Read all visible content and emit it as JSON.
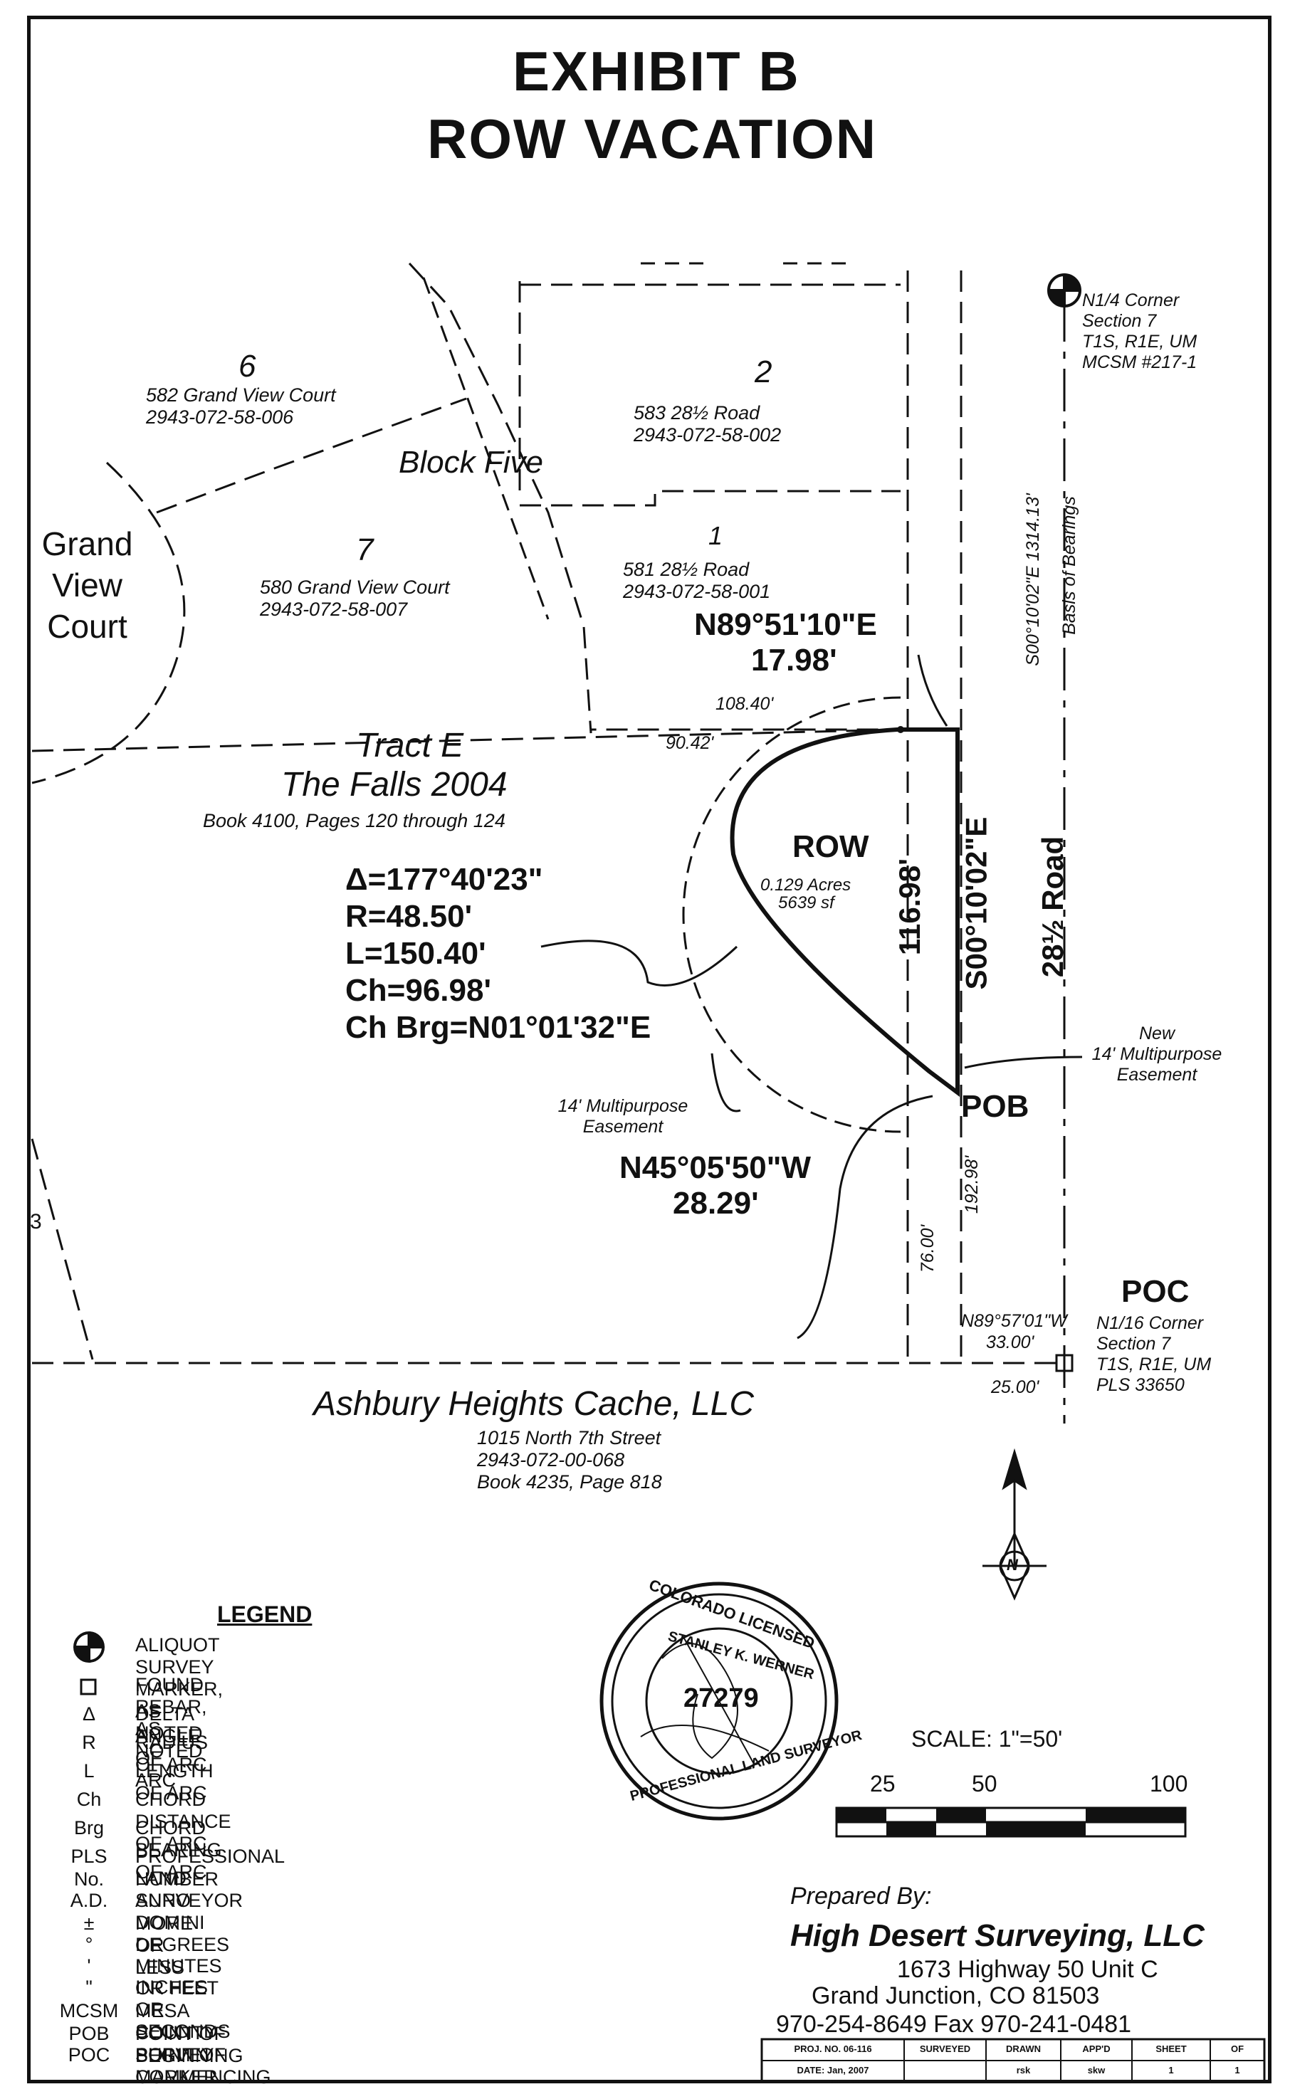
{
  "title": {
    "line1": "EXHIBIT B",
    "line2": "ROW VACATION"
  },
  "corner_north": {
    "lines": [
      "N1/4 Corner",
      "Section 7",
      "T1S, R1E, UM",
      "MCSM #217-1"
    ]
  },
  "lots": [
    {
      "number": "6",
      "address": "582 Grand View Court",
      "parcel": "2943-072-58-006"
    },
    {
      "number": "2",
      "address": "583 28½ Road",
      "parcel": "2943-072-58-002"
    },
    {
      "number": "7",
      "address": "580 Grand View Court",
      "parcel": "2943-072-58-007"
    },
    {
      "number": "1",
      "address": "581 28½ Road",
      "parcel": "2943-072-58-001"
    }
  ],
  "block_label": "Block Five",
  "street_grand_view": [
    "Grand",
    "View",
    "Court"
  ],
  "tract": {
    "name": "Tract E",
    "sub": "The Falls 2004",
    "book": "Book 4100, Pages 120 through 124"
  },
  "basis": {
    "bearing": "S00°10'02\"E  1314.13'",
    "label": "Basis of Bearings"
  },
  "north_line": {
    "bearing": "N89°51'10\"E",
    "dist": "17.98'"
  },
  "dims": {
    "d108": "108.40'",
    "d90": "90.42'",
    "d192": "192.98'",
    "d76": "76.00'",
    "d25": "25.00'"
  },
  "row": {
    "label": "ROW",
    "acres": "0.129 Acres",
    "sf": "5639 sf"
  },
  "east_line": {
    "dist": "116.98'",
    "bearing": "S00°10'02\"E"
  },
  "road_label": "28½ Road",
  "curve": [
    "Δ=177°40'23\"",
    "R=48.50'",
    "L=150.40'",
    "Ch=96.98'",
    "Ch Brg=N01°01'32\"E"
  ],
  "easement_new": [
    "New",
    "14' Multipurpose",
    "Easement"
  ],
  "easement_old": [
    "14' Multipurpose",
    "Easement"
  ],
  "pob_label": "POB",
  "sw_line": {
    "bearing": "N45°05'50\"W",
    "dist": "28.29'"
  },
  "south_line": {
    "bearing": "N89°57'01\"W",
    "dist": "33.00'"
  },
  "poc": {
    "title": "POC",
    "lines": [
      "N1/16 Corner",
      "Section 7",
      "T1S, R1E, UM",
      "PLS 33650"
    ]
  },
  "lot3": "3",
  "owner": {
    "name": "Ashbury Heights Cache, LLC",
    "lines": [
      "1015 North 7th Street",
      "2943-072-00-068",
      "Book 4235, Page 818"
    ]
  },
  "north_arrow": "N",
  "seal": {
    "top": "COLORADO LICENSED",
    "name": "STANLEY K. WERNER",
    "number": "27279",
    "bottom": "PROFESSIONAL LAND SURVEYOR"
  },
  "scale": {
    "label": "SCALE:  1\"=50'",
    "ticks": [
      "25",
      "50",
      "100"
    ]
  },
  "legend": {
    "title": "LEGEND",
    "items": [
      {
        "sym": "⊕",
        "text": "ALIQUOT SURVEY MARKER, AS NOTED"
      },
      {
        "sym": "⊡",
        "text": "FOUND REBAR, AS NOTED"
      },
      {
        "sym": "Δ",
        "text": "DELTA ANGLE OF ARC"
      },
      {
        "sym": "R",
        "text": "RADIUS OF ARC"
      },
      {
        "sym": "L",
        "text": "LENGTH OF ARC"
      },
      {
        "sym": "Ch",
        "text": "CHORD DISTANCE OF ARC"
      },
      {
        "sym": "Brg",
        "text": "CHORD BEARING OF ARC"
      },
      {
        "sym": "PLS",
        "text": "PROFESSIONAL LAND SURVEYOR"
      },
      {
        "sym": "No.",
        "text": "NUMBER"
      },
      {
        "sym": "A.D.",
        "text": "ANNO DOMINI"
      },
      {
        "sym": "±",
        "text": "MORE OR LESS"
      },
      {
        "sym": "°",
        "text": "DEGREES"
      },
      {
        "sym": "'",
        "text": "MINUTES OR FEET"
      },
      {
        "sym": "\"",
        "text": "INCHES OR SECONDS"
      },
      {
        "sym": "MCSM",
        "text": "MESA COUNTY SURVEY MARKER"
      },
      {
        "sym": "POB",
        "text": "POINT OF BEGINNING"
      },
      {
        "sym": "POC",
        "text": "POINT OF COMMENCING"
      }
    ]
  },
  "prepared": {
    "by": "Prepared By:",
    "company": "High Desert Surveying, LLC",
    "address1": "1673 Highway 50 Unit C",
    "address2": "Grand Junction, CO  81503",
    "phone": "970-254-8649  Fax 970-241-0481"
  },
  "title_block": {
    "proj": "PROJ. NO. 06-116",
    "surveyed": "SURVEYED",
    "drawn": "DRAWN",
    "appd": "APP'D",
    "sheet": "SHEET",
    "of": "OF",
    "date": "DATE: Jan, 2007",
    "surveyed_v": "",
    "drawn_v": "rsk",
    "appd_v": "skw",
    "sheet_v": "1",
    "of_v": "1"
  }
}
